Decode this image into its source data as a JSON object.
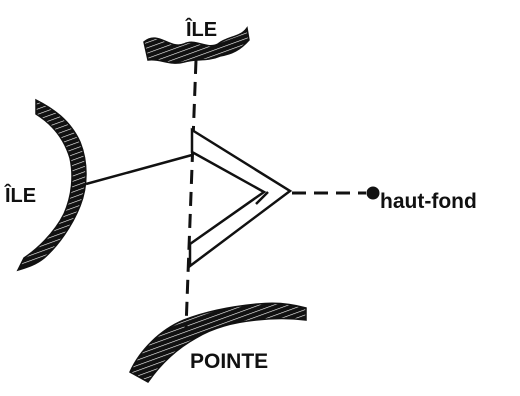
{
  "diagram": {
    "labels": {
      "island_top": "ÎLE",
      "island_left": "ÎLE",
      "shoal": "haut-fond",
      "point": "POINTE"
    }
  },
  "colors": {
    "ink": "#111111",
    "background": "#ffffff"
  }
}
